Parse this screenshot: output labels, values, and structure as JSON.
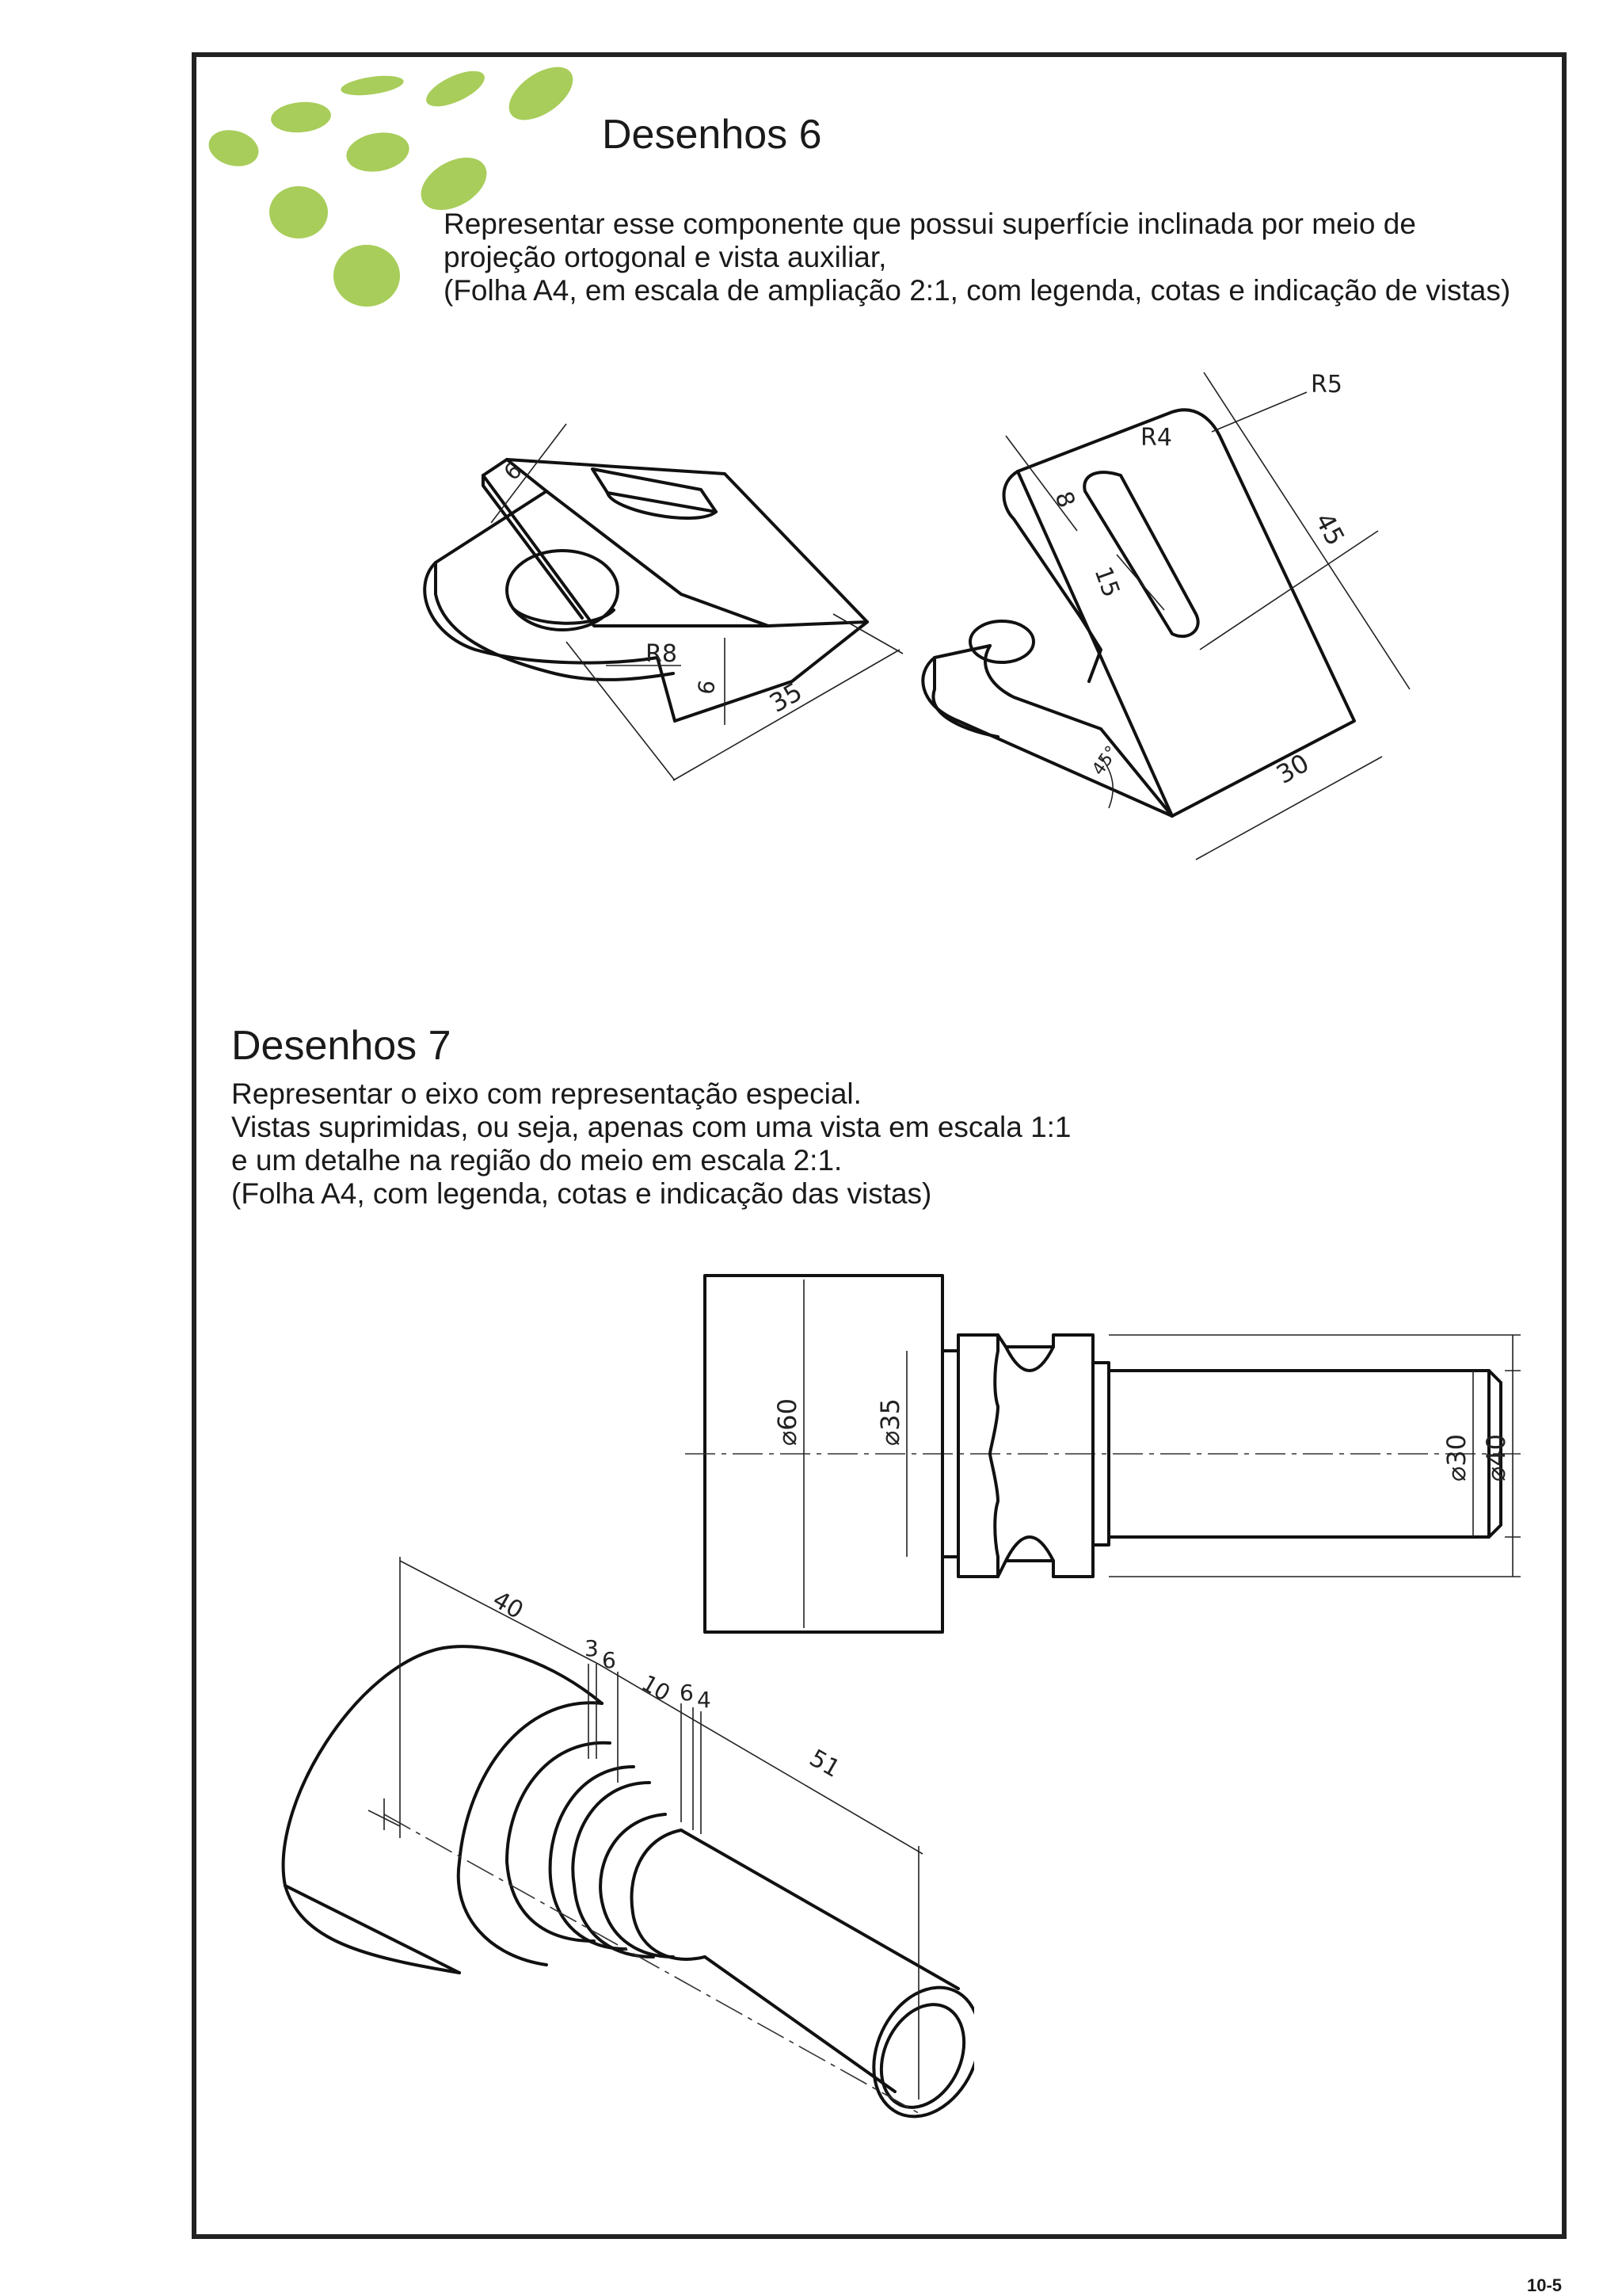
{
  "colors": {
    "accent": "#a8cd5a",
    "frame": "#222222"
  },
  "section6": {
    "title": "Desenhos 6",
    "lines": [
      "Representar esse componente que possui superfície inclinada por meio de",
      "projeção ortogonal e vista auxiliar,",
      "(Folha A4, em escala de ampliação 2:1, com legenda, cotas e indicação de vistas)"
    ],
    "drawing_left": {
      "d_thickness": "6",
      "d_radius": "R8",
      "d_height": "6",
      "d_length": "35"
    },
    "drawing_right": {
      "d_r5": "R5",
      "d_r4": "R4",
      "d_8": "8",
      "d_15": "15",
      "d_45": "45",
      "d_angle": "45°",
      "d_30": "30"
    }
  },
  "section7": {
    "title": "Desenhos 7",
    "lines": [
      "Representar o eixo com representação especial.",
      "Vistas suprimidas, ou seja, apenas com uma vista em escala 1:1",
      "e um detalhe na região do meio em escala 2:1.",
      "(Folha A4, com legenda, cotas e indicação das vistas)"
    ],
    "shaft_view": {
      "d60": "⌀60",
      "d35": "⌀35",
      "d30": "⌀30",
      "d40": "⌀40"
    },
    "shaft_iso": {
      "l40": "40",
      "l3": "3",
      "l6a": "6",
      "l10": "10",
      "l6b": "6",
      "l4": "4",
      "l51": "51"
    }
  },
  "page_number": "10-5"
}
